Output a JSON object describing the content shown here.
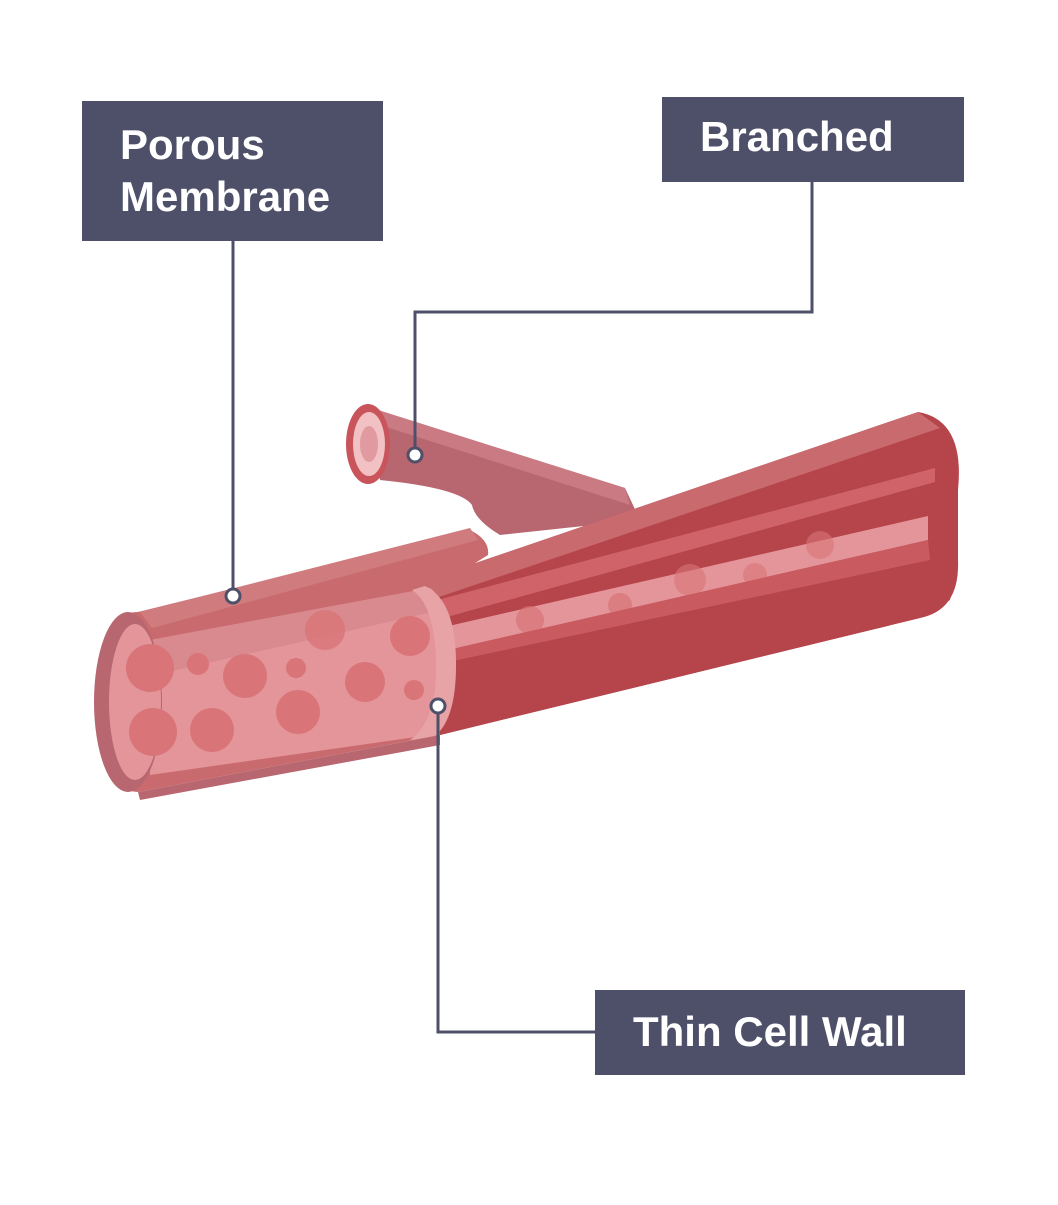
{
  "labels": {
    "porous_line1": "Porous",
    "porous_line2": "Membrane",
    "branched": "Branched",
    "thin_cell_wall": "Thin Cell Wall"
  },
  "colors": {
    "label_bg": "#4e5069",
    "label_text": "#ffffff",
    "leader_line": "#4e5069",
    "vessel_outer": "#c96b6e",
    "vessel_wall": "#b5454b",
    "vessel_inner": "#e4959a",
    "blood_cell": "#d97478"
  }
}
